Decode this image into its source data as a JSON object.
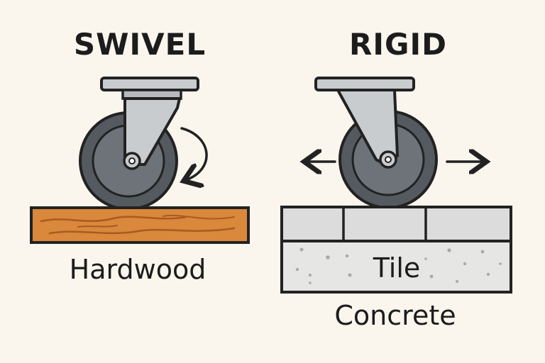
{
  "panels": {
    "left": {
      "title": "SWIVEL",
      "surface_label": "Hardwood"
    },
    "right": {
      "title": "RIGID",
      "tile_label": "Tile",
      "surface_label": "Concrete"
    }
  },
  "colors": {
    "background": "#faf6ee",
    "outline": "#222222",
    "bracket": "#c9cccf",
    "wheel_outer": "#555a60",
    "wheel_inner": "#6e737a",
    "wood": "#d9883c",
    "wood_grain": "#a85a22",
    "tile": "#dcdcdc",
    "concrete": "#e6e6e4"
  },
  "icons": {
    "swivel_motion": "curved-rotation-arrow-icon",
    "rigid_motion": "left-right-arrows-icon"
  }
}
